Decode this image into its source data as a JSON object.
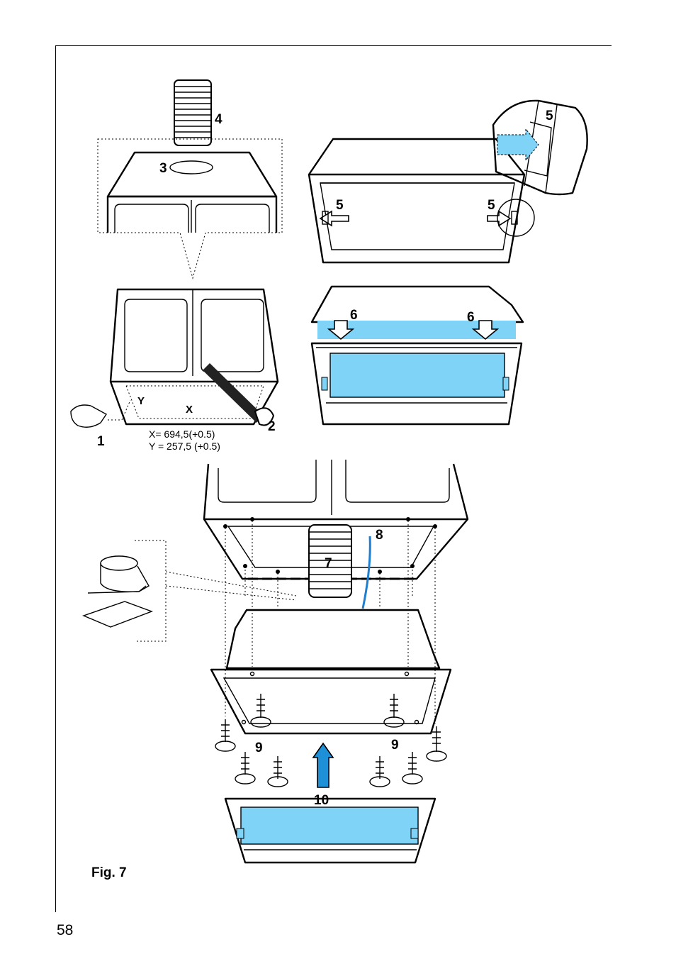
{
  "figure": {
    "caption": "Fig. 7",
    "labels": {
      "l1": "1",
      "l2": "2",
      "l3": "3",
      "l4": "4",
      "l5": "5",
      "l6": "6",
      "l7": "7",
      "l8": "8",
      "l9": "9",
      "l10": "10",
      "x": "X",
      "y": "Y"
    },
    "dimension_x": "X= 694,5(+0.5)",
    "dimension_y": "Y = 257,5 (+0.5)"
  },
  "page": {
    "number": "58"
  },
  "colors": {
    "filter_blue": "#7fd3f7",
    "arrow_blue": "#1e90d8",
    "line": "#000000"
  }
}
